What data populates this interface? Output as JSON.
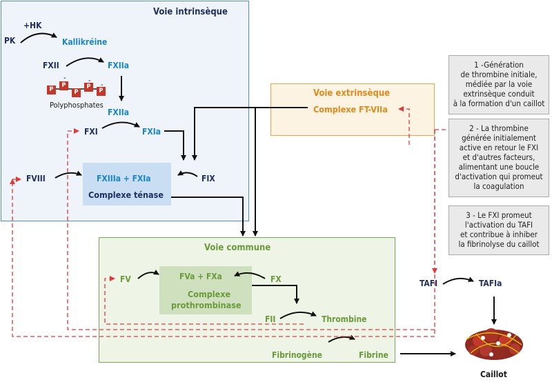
{
  "intrinsic": {
    "title": "Voie intrinsèque",
    "pk": "PK",
    "hk": "+HK",
    "kallikreine": "Kallikréine",
    "fxii": "FXII",
    "fxiia": "FXIIa",
    "p_glyph": "P",
    "minus_glyph": "-",
    "polyphosphates": "Polyphosphates",
    "fxiia2": "FXIIa",
    "fxi": "FXI",
    "fxia": "FXIa",
    "fviii": "FVIII",
    "fix": "FIX",
    "tenase_top": "FXIIIa + FXIa",
    "tenase_bottom": "Complexe ténase"
  },
  "extrinsic": {
    "title": "Voie extrinsèque",
    "complex": "Complexe FT-VIIa"
  },
  "common": {
    "title": "Voie commune",
    "fv": "FV",
    "fx": "FX",
    "fva_fxa": "FVa + FXa",
    "prothrombinase_1": "Complexe",
    "prothrombinase_2": "prothrombinase",
    "fii": "FII",
    "thrombine": "Thrombine",
    "fibrinogene": "Fibrinogène",
    "fibrine": "Fibrine"
  },
  "tafi": {
    "tafi": "TAFI",
    "tafia": "TAFIa",
    "caillot": "Caillot"
  },
  "notes": [
    [
      "1 -Génération",
      "de thrombine initiale,",
      "médiée par la voie",
      "extrinsèque conduit",
      "à la formation d'un caillot"
    ],
    [
      "2 - La thrombine",
      "générée initialement",
      "active en retour le FXI",
      "et d'autres facteurs,",
      "alimentant une boucle",
      "d'activation qui promeut",
      "la coagulation"
    ],
    [
      "3 - Le FXI promeut",
      "l'activation du TAFI",
      "et contribue à inhiber",
      "la fibrinolyse du caillot"
    ]
  ],
  "colors": {
    "intrinsic_bg": "#eef4fa",
    "intrinsic_border": "#4f8ec8",
    "extrinsic_bg": "#fdf3e3",
    "extrinsic_border": "#e6a54a",
    "common_bg": "#eef4e6",
    "common_border": "#7aa556",
    "feedback_red": "#e03a3a"
  }
}
